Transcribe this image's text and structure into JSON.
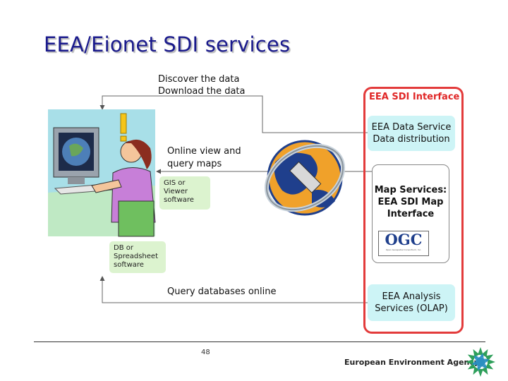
{
  "title": "EEA/Eionet SDI services",
  "labels": {
    "discover": "Discover the data",
    "download": "Download the data",
    "online_view": "Online view and",
    "query_maps": "query maps",
    "query_db": "Query databases online"
  },
  "green_boxes": {
    "gis": [
      "GIS or",
      "Viewer",
      "software"
    ],
    "db": [
      "DB or",
      "Spreadsheet",
      "software"
    ]
  },
  "interface": {
    "title": "EEA SDI Interface",
    "data_service": [
      "EEA Data Service",
      "Data distribution"
    ],
    "map_services": [
      "Map Services:",
      "EEA SDI Map",
      "Interface"
    ],
    "ogc_logo": "OGC",
    "ogc_sub": "Open Geospatial Consortium, Inc.",
    "analysis": [
      "EEA Analysis",
      "Services (OLAP)"
    ]
  },
  "footer": {
    "page_number": "48",
    "agency": "European Environment Agency"
  },
  "colors": {
    "title": "#1a1a8c",
    "red_frame": "#e33b3b",
    "cyan_box": "#cdf4f6",
    "green_box": "#dcf3cf"
  }
}
